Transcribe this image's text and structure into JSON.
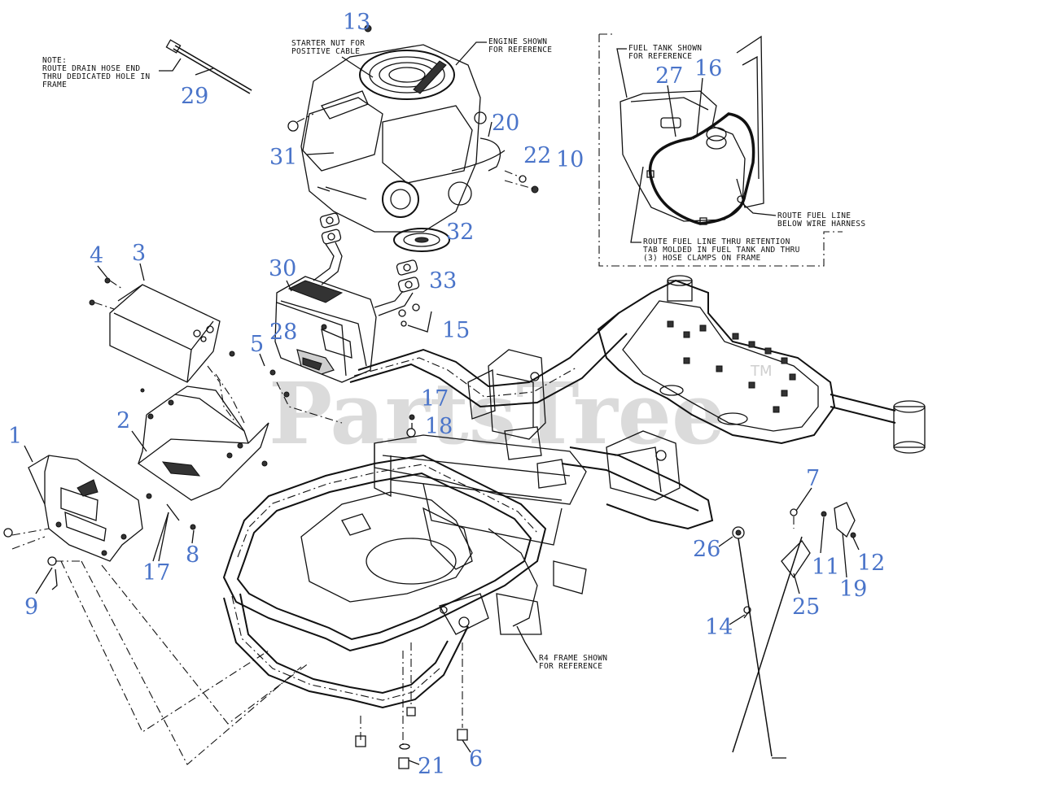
{
  "watermark": {
    "text": "PartsTree",
    "tm": "TM"
  },
  "notes": {
    "drain_hose": [
      "NOTE:",
      "ROUTE DRAIN HOSE END",
      "THRU DEDICATED HOLE IN",
      "FRAME"
    ],
    "starter_nut": [
      "STARTER NUT FOR",
      "POSITIVE CABLE"
    ],
    "engine_shown": [
      "ENGINE SHOWN",
      "FOR REFERENCE"
    ],
    "fuel_tank_shown": [
      "FUEL TANK SHOWN",
      "FOR REFERENCE"
    ],
    "fuel_line_below": [
      "ROUTE FUEL LINE",
      "BELOW WIRE HARNESS"
    ],
    "fuel_line_thru": [
      "ROUTE FUEL LINE THRU RETENTION",
      "TAB MOLDED IN FUEL TANK AND THRU",
      "(3) HOSE CLAMPS ON FRAME"
    ],
    "frame_shown": [
      "R4 FRAME SHOWN",
      "FOR REFERENCE"
    ]
  },
  "callouts": [
    "13",
    "29",
    "31",
    "20",
    "22",
    "10",
    "27",
    "16",
    "32",
    "33",
    "30",
    "15",
    "4",
    "3",
    "28",
    "5",
    "17",
    "18",
    "2",
    "1",
    "7",
    "26",
    "11",
    "12",
    "19",
    "25",
    "8",
    "17",
    "9",
    "14",
    "21",
    "6"
  ]
}
